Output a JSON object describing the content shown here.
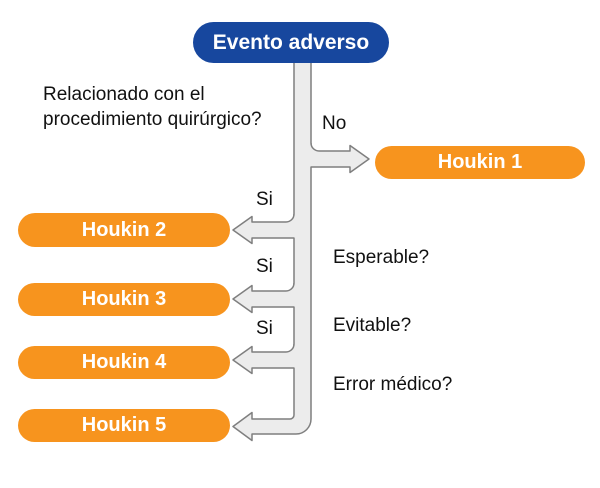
{
  "colors": {
    "primary": "#17479E",
    "accent": "#F7941E",
    "connector-fill": "#ECECEC",
    "connector-stroke": "#7F7F7F",
    "node-text": "#FFFFFF",
    "text": "#111111",
    "background": "#FFFFFF"
  },
  "nodes": {
    "root": "Evento adverso",
    "houkin1": "Houkin 1",
    "houkin2": "Houkin 2",
    "houkin3": "Houkin 3",
    "houkin4": "Houkin 4",
    "houkin5": "Houkin 5"
  },
  "labels": {
    "main_question": "Relacionado con el procedimiento quirúrgico?",
    "no": "No",
    "si_houkin2": "Si",
    "si_houkin3": "Si",
    "si_houkin4": "Si",
    "esperable": "Esperable?",
    "evitable": "Evitable?",
    "error_medico": "Error médico?"
  }
}
